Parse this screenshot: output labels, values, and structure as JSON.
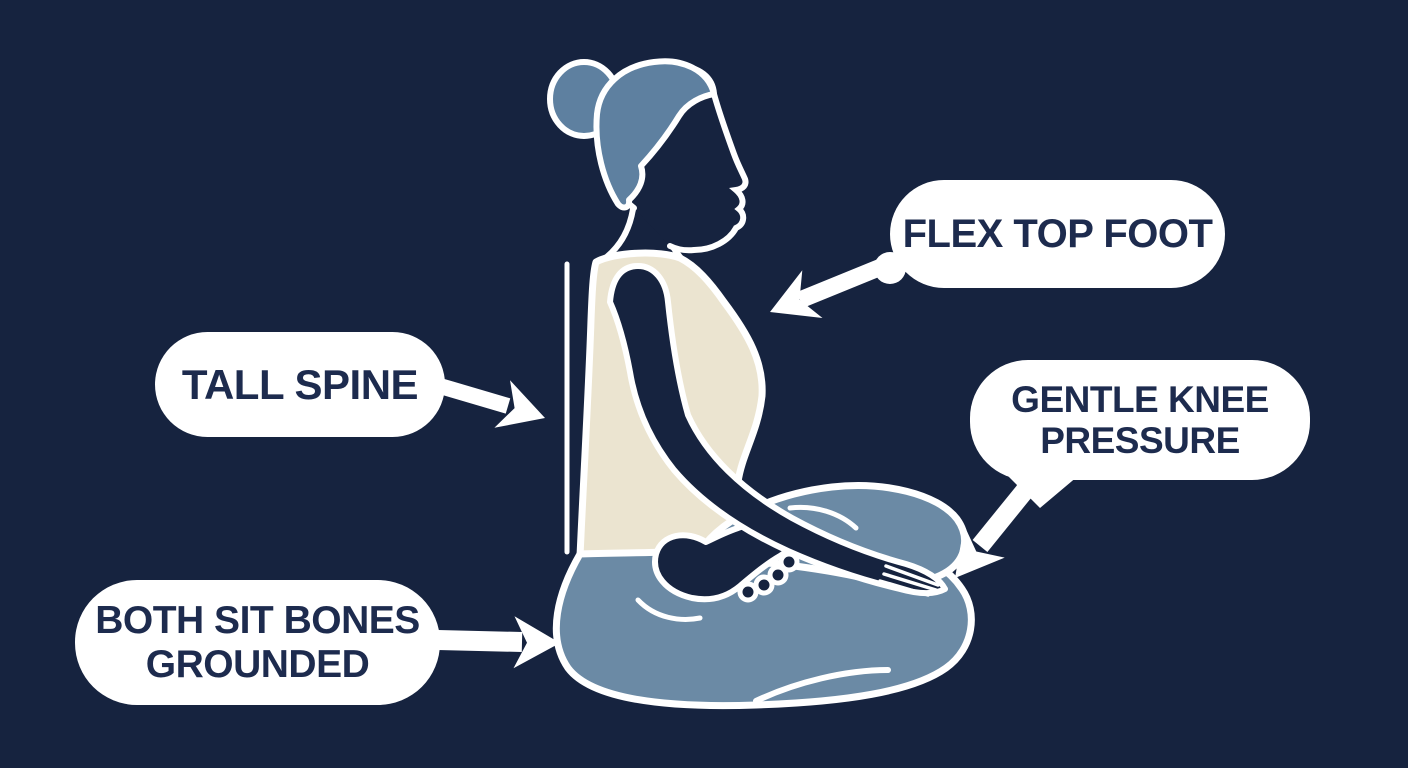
{
  "callouts": {
    "flex_top_foot": {
      "line1": "FLEX TOP FOOT"
    },
    "tall_spine": {
      "line1": "TALL SPINE"
    },
    "gentle_knee_pressure": {
      "line1": "GENTLE KNEE",
      "line2": "PRESSURE"
    },
    "both_sit_bones_grounded": {
      "line1": "BOTH SIT BONES",
      "line2": "GROUNDED"
    }
  },
  "colors": {
    "background": "#16233F",
    "bubble_fill": "#FFFFFF",
    "label_text": "#1D2B4E",
    "outline": "#FFFFFF",
    "hair": "#5E80A0",
    "pants": "#6B8AA5",
    "top_garment": "#EBE4D0"
  },
  "figure": {
    "parts": [
      "hair-bun",
      "head-profile",
      "neck",
      "torso-tank-top",
      "arm-hand",
      "crossed-legs",
      "top-foot",
      "spine-reference-line"
    ]
  }
}
